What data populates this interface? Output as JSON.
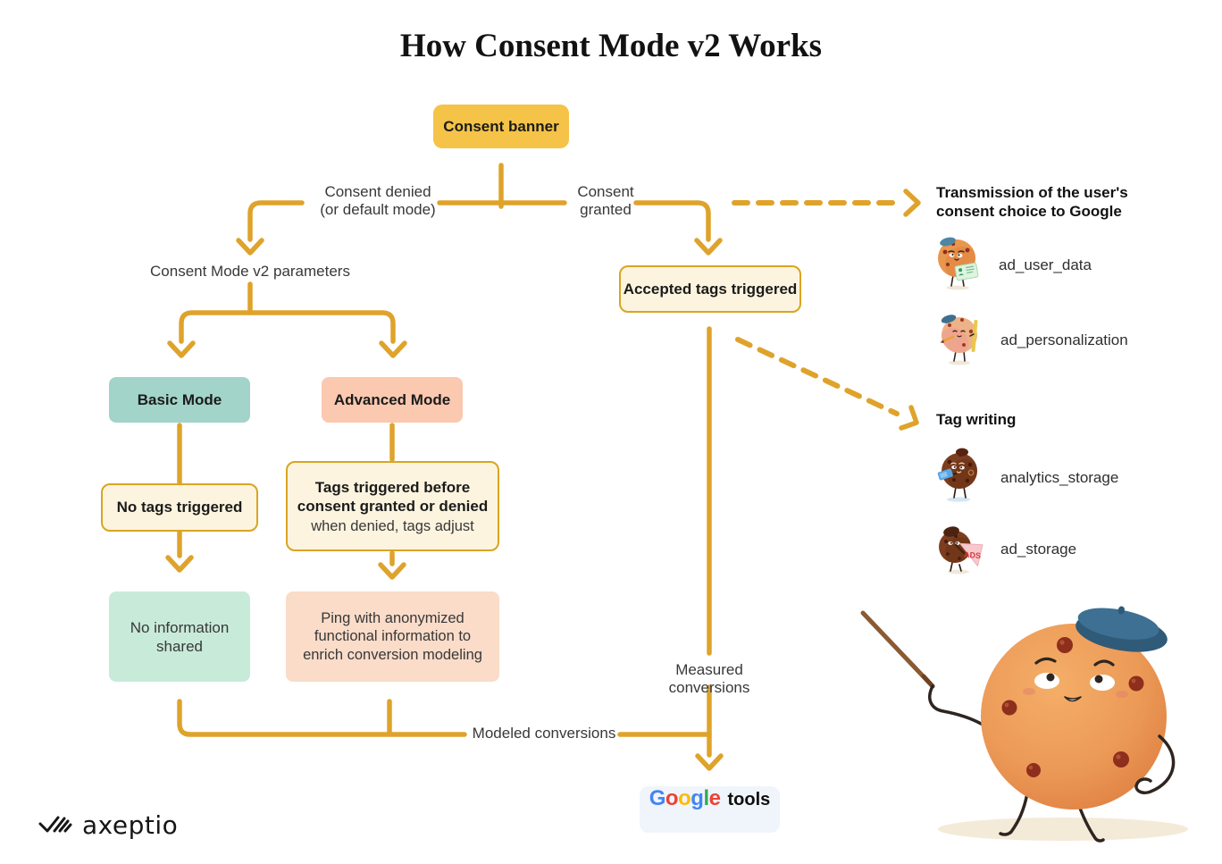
{
  "title": "How Consent Mode v2 Works",
  "banner": {
    "label": "Consent banner"
  },
  "branches": {
    "denied_line1": "Consent denied",
    "denied_line2": "(or default mode)",
    "granted_line1": "Consent",
    "granted_line2": "granted",
    "params_label": "Consent Mode v2 parameters"
  },
  "boxes": {
    "accepted_tags": "Accepted tags triggered",
    "basic_mode": "Basic Mode",
    "advanced_mode": "Advanced Mode",
    "no_tags": "No tags triggered",
    "tags_before_line1": "Tags triggered before",
    "tags_before_line2": "consent granted or denied",
    "tags_before_sub": "when denied, tags adjust",
    "no_info_line1": "No information",
    "no_info_line2": "shared",
    "ping_line1": "Ping with anonymized",
    "ping_line2": "functional information to",
    "ping_line3": "enrich conversion modeling"
  },
  "conversions": {
    "modeled": "Modeled conversions",
    "measured": "Measured conversions"
  },
  "right_panel": {
    "transmission_line1": "Transmission of the user's",
    "transmission_line2": "consent choice to Google",
    "transmission_items": [
      {
        "icon": "cookie-id-card-icon",
        "label": "ad_user_data"
      },
      {
        "icon": "cookie-pencil-ruler-icon",
        "label": "ad_personalization"
      }
    ],
    "tag_writing_label": "Tag writing",
    "tag_writing_items": [
      {
        "icon": "cookie-phone-icon",
        "label": "analytics_storage"
      },
      {
        "icon": "cookie-ads-sign-icon",
        "label": "ad_storage"
      }
    ],
    "ads_sign_text": "ADS"
  },
  "google_tools": {
    "letters": [
      {
        "ch": "G",
        "color": "#4285F4"
      },
      {
        "ch": "o",
        "color": "#EA4335"
      },
      {
        "ch": "o",
        "color": "#FBBC05"
      },
      {
        "ch": "g",
        "color": "#4285F4"
      },
      {
        "ch": "l",
        "color": "#34A853"
      },
      {
        "ch": "e",
        "color": "#EA4335"
      }
    ],
    "suffix": "tools"
  },
  "footer": {
    "brand": "axeptio"
  },
  "colors": {
    "arrow": "#DFA32B",
    "banner": "#F5C347",
    "cream": "#FCF4DE",
    "cream_border": "#D9A521",
    "teal": "#A2D4C9",
    "mint": "#C8EBD9",
    "peach": "#FAC9B0",
    "light_peach": "#FADCC9",
    "google_box": "#F0F4FB",
    "text": "#383838",
    "text_dark": "#141414"
  }
}
